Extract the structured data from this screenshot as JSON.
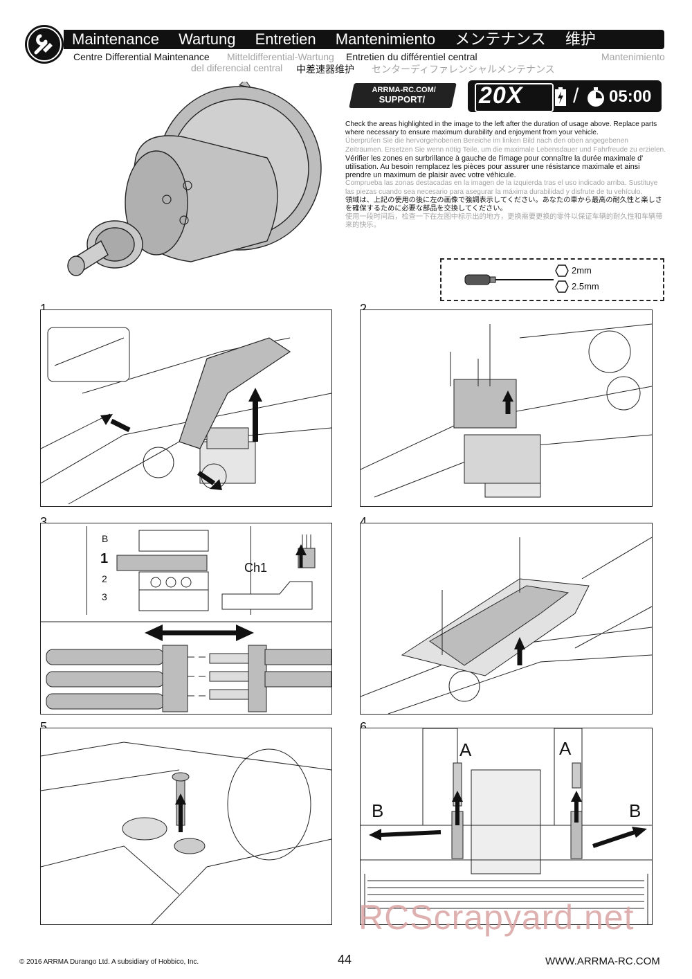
{
  "header": {
    "titles": [
      "Maintenance",
      "Wartung",
      "Entretien",
      "Mantenimiento",
      "メンテナンス",
      "维护"
    ],
    "subtitle_en": "Centre Differential Maintenance",
    "subtitle_de": "Mitteldifferential-Wartung",
    "subtitle_fr": "Entretien du différentiel central",
    "subtitle_es_1": "Mantenimiento",
    "subtitle_es_2": "del diferencial central",
    "subtitle_zh": "中差速器维护",
    "subtitle_ja": "センターディファレンシャルメンテナンス"
  },
  "support": {
    "line1": "ARRMA-RC.COM/",
    "line2": "SUPPORT/"
  },
  "timer": {
    "multiplier": "20X",
    "time": "05:00"
  },
  "instructions": {
    "en": "Check the areas highlighted in the image to the left after the duration of usage above. Replace parts where necessary to ensure maximum durability and enjoyment from your vehicle.",
    "de": "Überprüfen Sie die hervorgehobenen Bereiche im linken Bild nach den oben angegebenen Zeiträumen. Ersetzen Sie wenn nötig Teile, um die maximale Lebensdauer und Fahrfreude zu erzielen.",
    "fr": "Vérifier les zones en surbrillance à gauche de l'image pour connaître la durée maximale d' utilisation. Au besoin remplacez les pièces pour assurer une résistance maximale et ainsi prendre un maximum de plaisir avec votre véhicule.",
    "es": "Comprueba las zonas destacadas en la imagen de la izquierda tras el uso indicado arriba. Sustituye las piezas cuando sea necesario para asegurar la máxima durabilidad y disfrute de tu vehículo.",
    "ja": "領域は、上記の使用の後に左の画像で強調表示してください。あなたの車から最高の耐久性と楽しさを確保するために必要な部品を交換してください。",
    "zh": "使用一段时间后，检查一下在左图中标示出的地方，更换需要更换的零件以保证车辆的耐久性和车辆带来的快乐。"
  },
  "tools": {
    "hex1": "2mm",
    "hex2": "2.5mm"
  },
  "steps": {
    "s1": "1",
    "s2": "2",
    "s3": "3",
    "s4": "4",
    "s5": "5",
    "s6": "6",
    "ch1": "Ch1",
    "rx_rows": [
      "B",
      "1",
      "2",
      "3"
    ],
    "label_a": "A",
    "label_b": "B"
  },
  "footer": {
    "copyright": "© 2016 ARRMA Durango Ltd. A subsidiary of Hobbico, Inc.",
    "page": "44",
    "url": "WWW.ARRMA-RC.COM"
  },
  "watermark": "RCScrapyard.net",
  "colors": {
    "ink": "#111111",
    "grey_text": "#a4a4a4",
    "part_grey": "#bdbdbd",
    "watermark": "#d9a3a3"
  }
}
